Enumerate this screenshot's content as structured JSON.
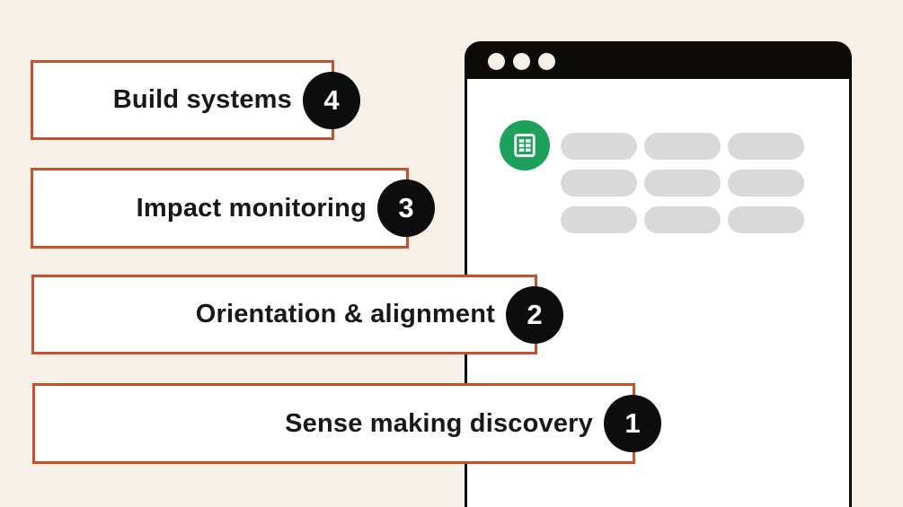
{
  "illustration": {
    "steps": [
      {
        "label": "Build systems",
        "number": "4"
      },
      {
        "label": "Impact monitoring",
        "number": "3"
      },
      {
        "label": "Orientation & alignment",
        "number": "2"
      },
      {
        "label": "Sense making discovery",
        "number": "1"
      }
    ],
    "window": {
      "traffic_dots_count": 3,
      "app_icon": "spreadsheet-icon",
      "placeholder_grid": {
        "rows": 3,
        "cols": 3
      }
    },
    "colors": {
      "background": "#F6F0E7",
      "box_border": "#C8502B",
      "box_fill": "#FFFFFF",
      "badge_bg": "#0D0D0D",
      "badge_text": "#FFFFFF",
      "window_chrome": "#0D0B08",
      "sheet_green": "#1FA15E",
      "placeholder_gray": "#D9D9D9",
      "text": "#181818"
    }
  }
}
